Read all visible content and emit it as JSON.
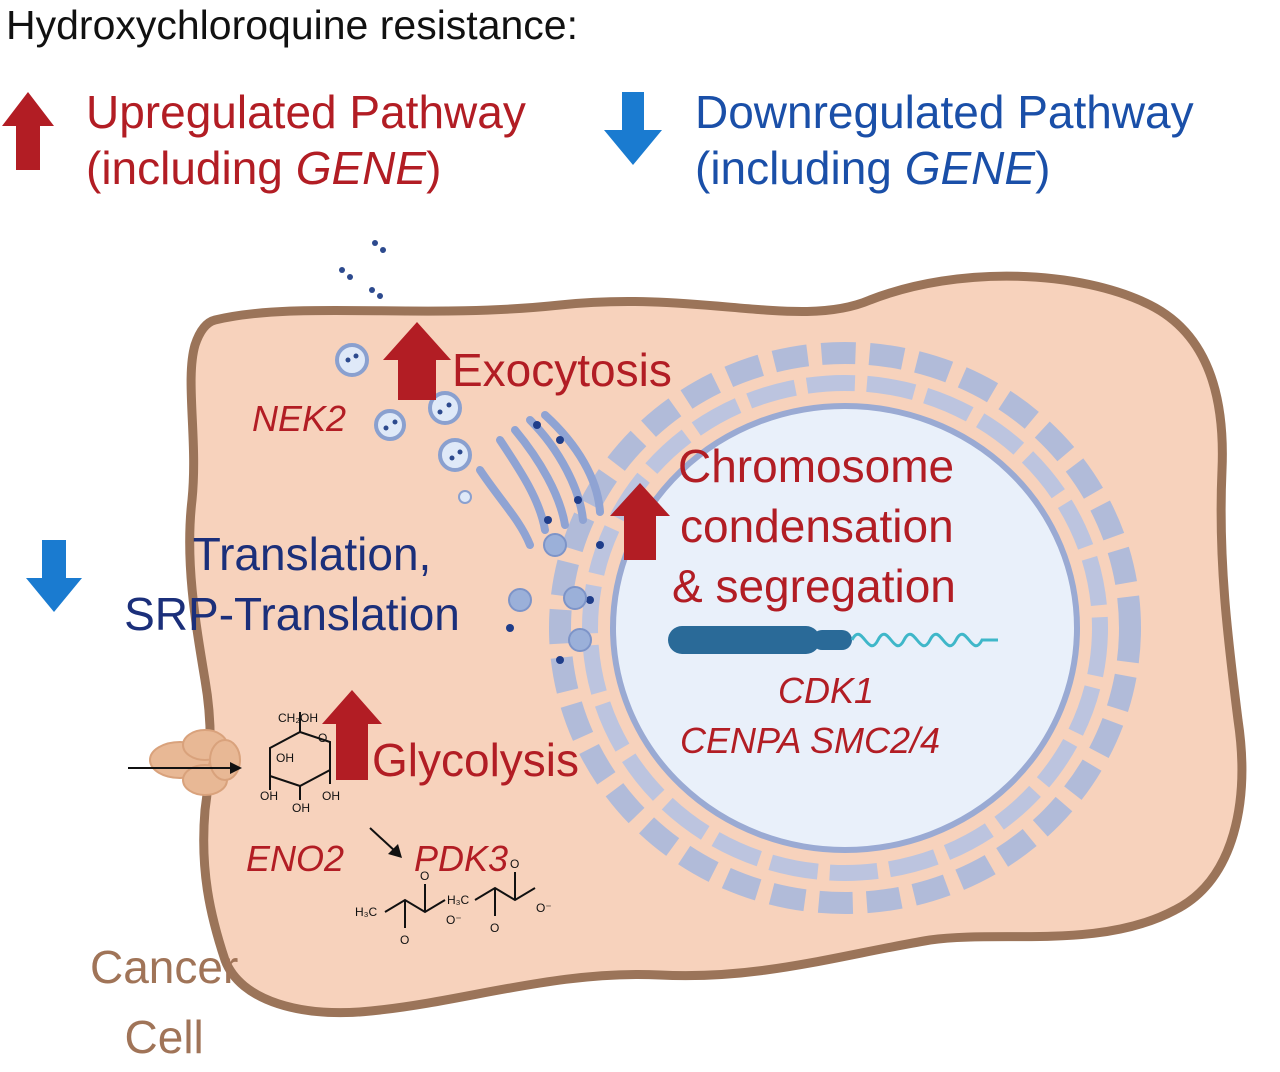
{
  "title": "Hydroxychloroquine resistance:",
  "legend": {
    "up_line1": "Upregulated Pathway",
    "up_line2_prefix": "(including ",
    "up_gene": "GENE",
    "up_line2_suffix": ")",
    "down_line1": "Downregulated Pathway",
    "down_line2_prefix": "(including ",
    "down_gene": "GENE",
    "down_line2_suffix": ")"
  },
  "pathways": {
    "exocytosis": "Exocytosis",
    "chromosome_line1": "Chromosome",
    "chromosome_line2": "condensation",
    "chromosome_line3": "& segregation",
    "translation_line1": "Translation,",
    "translation_line2": "SRP-Translation",
    "glycolysis": "Glycolysis"
  },
  "genes": {
    "nek2": "NEK2",
    "cdk1": "CDK1",
    "cenpa_smc": "CENPA SMC2/4",
    "eno2": "ENO2",
    "pdk3": "PDK3"
  },
  "glucose_labels": {
    "ch2oh": "CH₂OH",
    "oh": "OH",
    "o": "O"
  },
  "pyruvate_labels": {
    "h3c": "H₃C",
    "o": "O",
    "o_minus": "O⁻"
  },
  "cell_label": {
    "line1": "Cancer",
    "line2": "Cell"
  },
  "colors": {
    "up": "#b21d24",
    "down": "#1a4fa8",
    "cytoplasm": "#f7d2bc",
    "membrane": "#9b7459",
    "nucleus": "#e9f0fa",
    "organelle": "#a9b8dc"
  }
}
